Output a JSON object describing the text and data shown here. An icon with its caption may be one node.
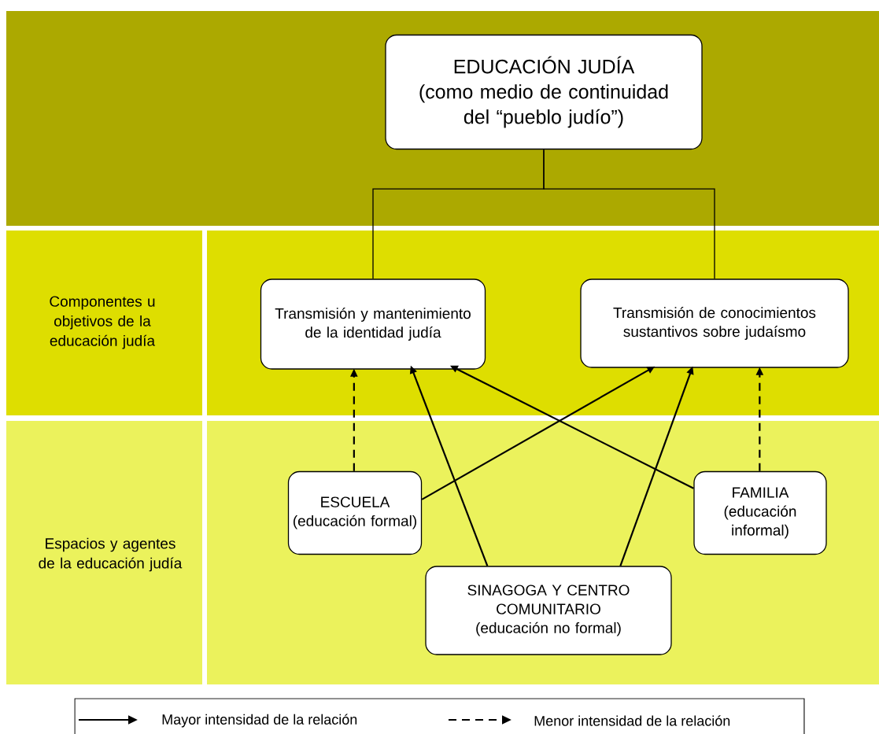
{
  "diagram": {
    "nodes": [
      {
        "text": [
          "EDUCACIÓN JUDÍA",
          "(como medio de continuidad del “pueblo judío”)"
        ]
      },
      {
        "text": [
          "Transmisión y mantenimiento de la identidad judía"
        ]
      },
      {
        "text": [
          "Transmisión de conocimientos sustantivos sobre judaísmo"
        ]
      },
      {
        "text": [
          "ESCUELA",
          "(educación formal)"
        ]
      },
      {
        "text": [
          "FAMILIA",
          "(educación informal)"
        ]
      },
      {
        "text": [
          "SINAGOGA Y CENTRO COMUNITARIO",
          "(educación no formal)"
        ]
      }
    ],
    "edges": [
      {
        "from": 0,
        "to": 1,
        "arrow": "none"
      },
      {
        "from": 0,
        "to": 2,
        "arrow": "none"
      },
      {
        "from": 3,
        "to": 1,
        "arrow": "to",
        "style": "dashed"
      },
      {
        "from": 3,
        "to": 2,
        "arrow": "to"
      },
      {
        "from": 5,
        "to": 1,
        "arrow": "to"
      },
      {
        "from": 5,
        "to": 2,
        "arrow": "to"
      },
      {
        "from": 4,
        "to": 1,
        "arrow": "to"
      },
      {
        "from": 4,
        "to": 2,
        "arrow": "to",
        "style": "dashed"
      }
    ],
    "labels": [
      "Componentes u objetivos de la educación judía",
      "Espacios y agentes de la educación judía"
    ],
    "legend": [
      {
        "text": "Mayor intensidad de la relación"
      },
      {
        "text": "Menor intensidad de la relación"
      }
    ]
  }
}
